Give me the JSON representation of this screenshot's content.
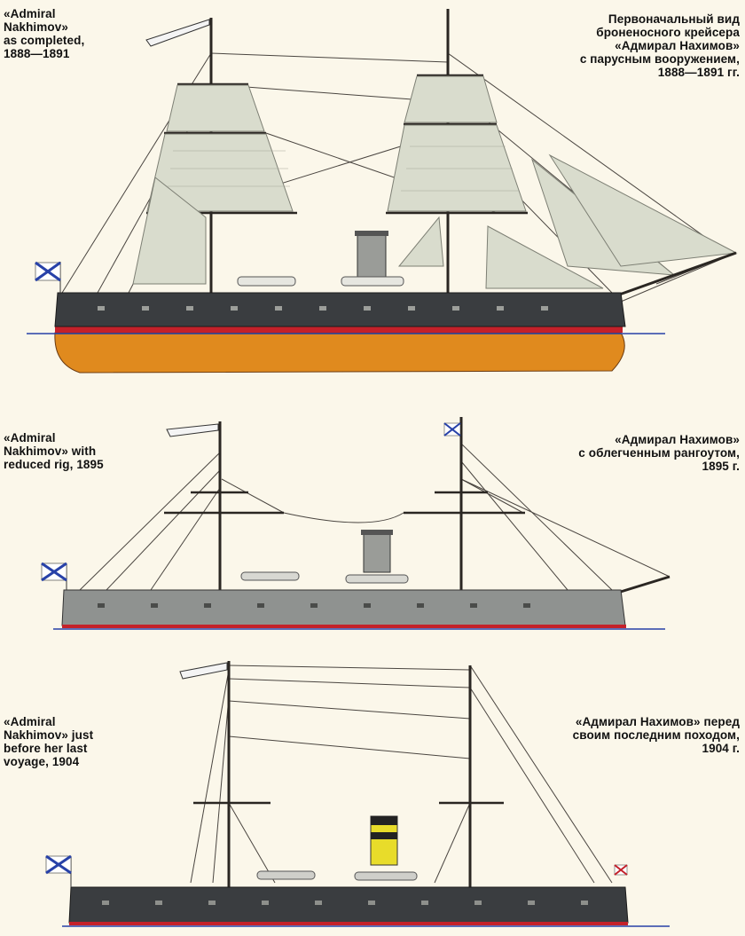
{
  "plates": [
    {
      "caption_en": "«Admiral\nNakhimov»\nas completed,\n1888—1891",
      "caption_ru": "Первоначальный вид\nброненосного крейсера\n«Адмирал Нахимов»\nс парусным вооружением,\n1888—1891 гг."
    },
    {
      "caption_en": "«Admiral\nNakhimov» with\nreduced rig, 1895",
      "caption_ru": "«Адмирал Нахимов»\nс облегченным рангоутом,\n1895 г."
    },
    {
      "caption_en": "«Admiral\nNakhimov» just\nbefore her last\nvoyage, 1904",
      "caption_ru": "«Адмирал Нахимов» перед\nсвоим последним походом,\n1904 г."
    }
  ],
  "colors": {
    "hull_dark": "#3a3d40",
    "hull_grey": "#8f9290",
    "bottom_orange": "#e08a1e",
    "boot_red": "#c4212a",
    "waterline_blue": "#2741a8",
    "sail": "#d9dccd",
    "funnel_yellow": "#e8dc2a"
  }
}
